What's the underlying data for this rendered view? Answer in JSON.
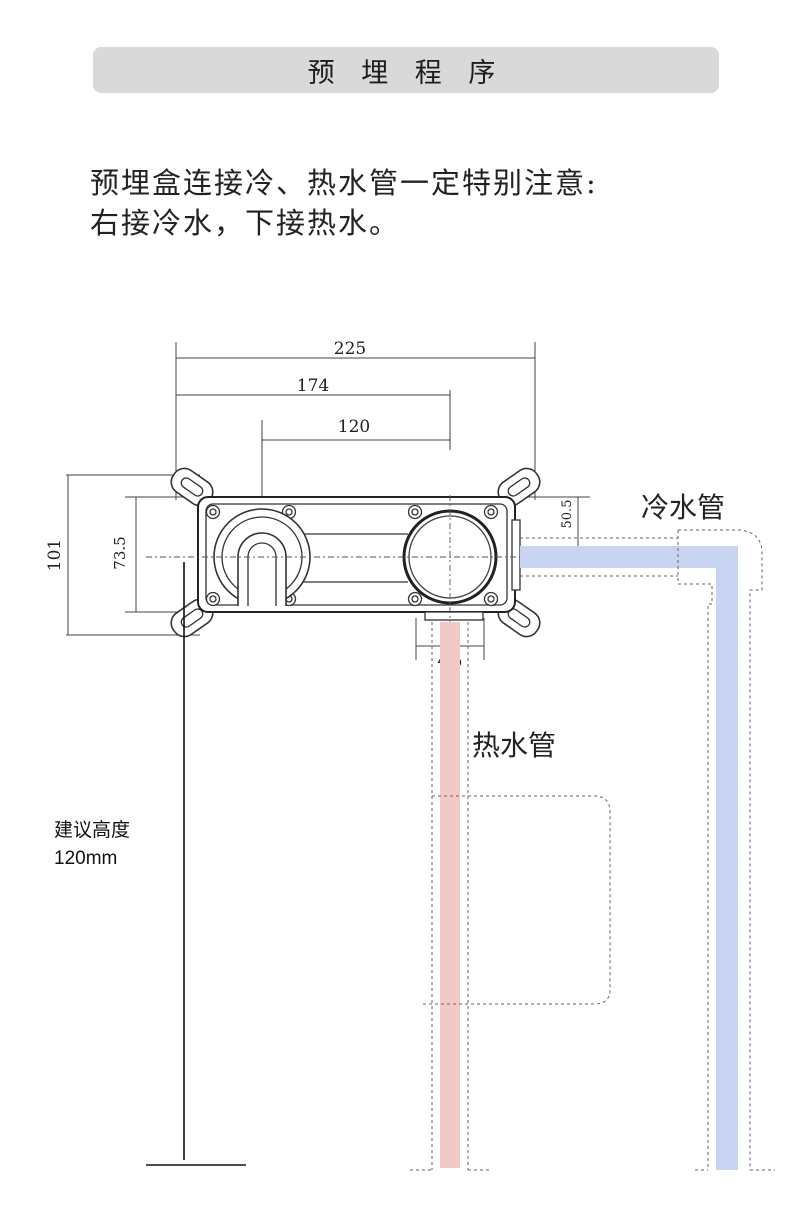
{
  "header": {
    "title": "预 埋 程 序"
  },
  "note": {
    "line1": "预埋盒连接冷、热水管一定特别注意:",
    "line2": "右接冷水，下接热水。"
  },
  "dimensions": {
    "width_total": "225",
    "center_offset": "174",
    "center_spacing": "120",
    "height_total": "101",
    "height_inner": "73.5",
    "cold_outlet_offset": "50.5",
    "hot_outlet_width": "45"
  },
  "pipes": {
    "cold_label": "冷水管",
    "hot_label": "热水管",
    "cold_color": "#c9d3f2",
    "hot_color": "#f3c9c5"
  },
  "install_height": {
    "label": "建议高度",
    "value": "120mm"
  }
}
